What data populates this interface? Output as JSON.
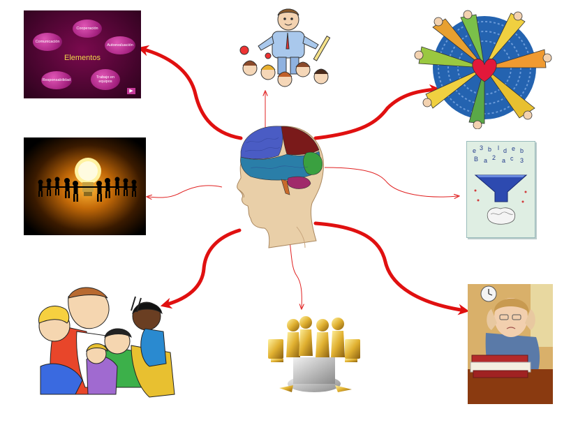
{
  "diagram": {
    "center": "head-with-brain",
    "colors": {
      "arrow_thick": "#e01010",
      "arrow_thin": "#e02020",
      "brain_frontal": "#4a5cc4",
      "brain_parietal": "#7a1a1a",
      "brain_temporal": "#2a7ea8",
      "brain_occipital": "#3aa040",
      "brain_cerebellum": "#a02a6a",
      "skin": "#e9cfa8"
    },
    "slide": {
      "center_label": "Elementos",
      "bubbles": [
        "Cooperación",
        "Comunicación",
        "Autoevaluación",
        "Responsabilidad",
        "Trabajo en equipos"
      ],
      "nav_symbol": "▶"
    },
    "icons": {
      "top_left": "teamwork-slide-icon",
      "top_center": "teacher-students-icon",
      "top_right": "circle-of-people-heart-icon",
      "mid_left": "people-around-lightbulb-icon",
      "mid_right": "letters-funnel-brain-icon",
      "bottom_left": "children-group-icon",
      "bottom_center": "golden-figures-computers-icon",
      "bottom_right": "stressed-girl-studying-icon"
    }
  }
}
